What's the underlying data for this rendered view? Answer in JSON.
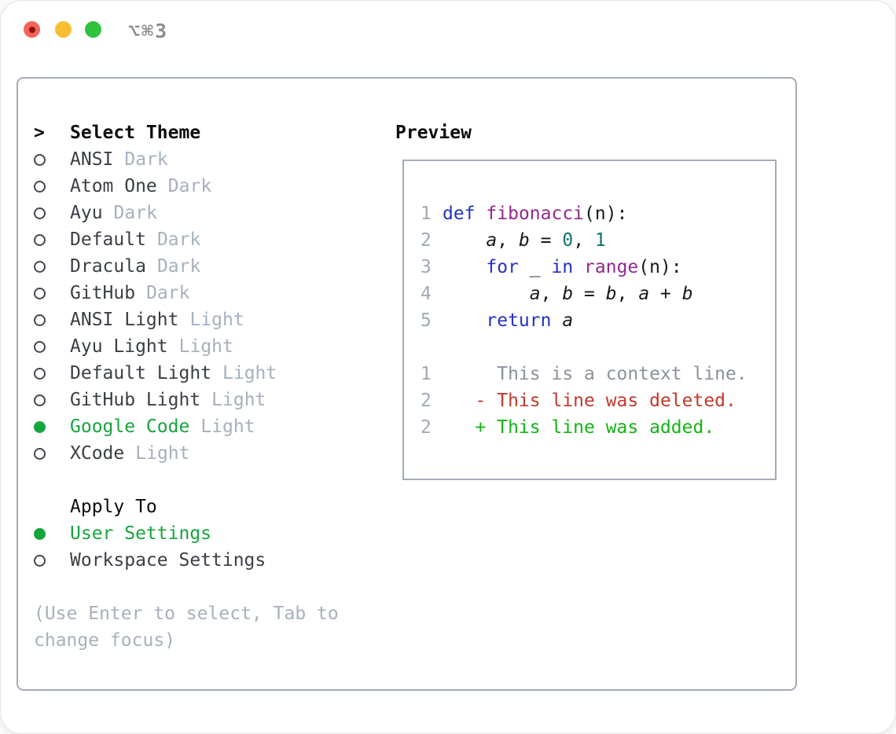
{
  "titlebar": {
    "shortcut": "⌥⌘3"
  },
  "theme_panel": {
    "header": {
      "cursor": ">",
      "label": "Select Theme"
    },
    "items": [
      {
        "name": "ANSI",
        "tag": "Dark",
        "selected": false
      },
      {
        "name": "Atom One",
        "tag": "Dark",
        "selected": false
      },
      {
        "name": "Ayu",
        "tag": "Dark",
        "selected": false
      },
      {
        "name": "Default",
        "tag": "Dark",
        "selected": false
      },
      {
        "name": "Dracula",
        "tag": "Dark",
        "selected": false
      },
      {
        "name": "GitHub",
        "tag": "Dark",
        "selected": false
      },
      {
        "name": "ANSI Light",
        "tag": "Light",
        "selected": false
      },
      {
        "name": "Ayu Light",
        "tag": "Light",
        "selected": false
      },
      {
        "name": "Default Light",
        "tag": "Light",
        "selected": false
      },
      {
        "name": "GitHub Light",
        "tag": "Light",
        "selected": false
      },
      {
        "name": "Google Code",
        "tag": "Light",
        "selected": true
      },
      {
        "name": "XCode",
        "tag": "Light",
        "selected": false
      }
    ],
    "apply_to": {
      "label": "Apply To",
      "options": [
        {
          "name": "User Settings",
          "selected": true
        },
        {
          "name": "Workspace Settings",
          "selected": false
        }
      ]
    },
    "help_lines": [
      "(Use Enter to select, Tab to",
      "change focus)"
    ]
  },
  "preview": {
    "title": "Preview",
    "lines": [
      {
        "num": "1",
        "tokens": [
          [
            "kw",
            "def"
          ],
          [
            "pl",
            " "
          ],
          [
            "fn",
            "fibonacci"
          ],
          [
            "pl",
            "(n):"
          ]
        ]
      },
      {
        "num": "2",
        "tokens": [
          [
            "pl",
            "    "
          ],
          [
            "var",
            "a"
          ],
          [
            "pl",
            ", "
          ],
          [
            "var",
            "b"
          ],
          [
            "pl",
            " = "
          ],
          [
            "numlit",
            "0"
          ],
          [
            "pl",
            ", "
          ],
          [
            "numlit",
            "1"
          ]
        ]
      },
      {
        "num": "3",
        "tokens": [
          [
            "pl",
            "    "
          ],
          [
            "kw",
            "for"
          ],
          [
            "pl",
            " _ "
          ],
          [
            "kw",
            "in"
          ],
          [
            "pl",
            " "
          ],
          [
            "fn",
            "range"
          ],
          [
            "pl",
            "(n):"
          ]
        ]
      },
      {
        "num": "4",
        "tokens": [
          [
            "pl",
            "        "
          ],
          [
            "var",
            "a"
          ],
          [
            "pl",
            ", "
          ],
          [
            "var",
            "b"
          ],
          [
            "pl",
            " = "
          ],
          [
            "var",
            "b"
          ],
          [
            "pl",
            ", "
          ],
          [
            "var",
            "a"
          ],
          [
            "pl",
            " + "
          ],
          [
            "var",
            "b"
          ]
        ]
      },
      {
        "num": "5",
        "tokens": [
          [
            "pl",
            "    "
          ],
          [
            "kw",
            "return"
          ],
          [
            "pl",
            " "
          ],
          [
            "var",
            "a"
          ]
        ]
      },
      {
        "num": "",
        "tokens": []
      },
      {
        "num": "1",
        "tokens": [
          [
            "ctx",
            "     This is a context line."
          ]
        ]
      },
      {
        "num": "2",
        "tokens": [
          [
            "del",
            "   - This line was deleted."
          ]
        ]
      },
      {
        "num": "2",
        "tokens": [
          [
            "add",
            "   + This line was added."
          ]
        ]
      }
    ]
  },
  "colors": {
    "trafficRed": "#f4635b",
    "trafficRedDot": "#8a130a",
    "trafficYellow": "#f9bd33",
    "trafficGreen": "#2fc23e",
    "shortcutGray": "#8e8e8e",
    "panelBorder": "#a4acb6",
    "previewBorder": "#a4acb6",
    "headerText": "#0d0d0d",
    "itemName": "#3a3f45",
    "tag": "#a7b0bd",
    "accentGreen": "#16a53c",
    "helpText": "#a7b0bd",
    "ln": "#9fa9b6",
    "kw": "#2431c4",
    "fn": "#93298e",
    "numlit": "#0e756b",
    "plain": "#17181a",
    "ctx": "#8b929c",
    "del": "#c0392b",
    "add": "#14b414"
  }
}
